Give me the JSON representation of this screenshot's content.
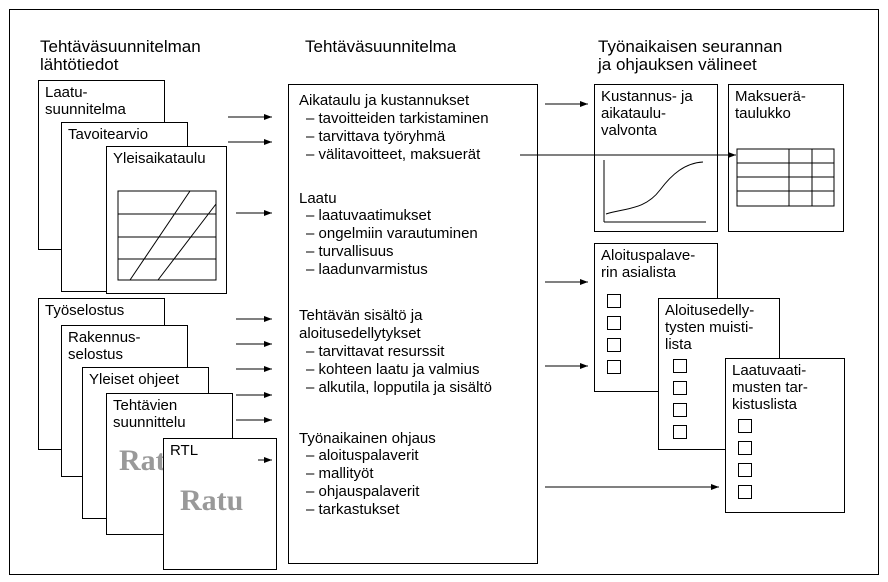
{
  "headings": {
    "col1": "Tehtäväsuunnitelman\nlähtötiedot",
    "col2": "Tehtäväsuunnitelma",
    "col3": "Työnaikaisen seurannan\nja ohjauksen välineet"
  },
  "inputs": {
    "laatu": "Laatu-\nsuunnitelma",
    "tavoitearvio": "Tavoitearvio",
    "yleisaikataulu": "Yleisaikataulu",
    "tyoselostus": "Työselostus",
    "rakennusselostus": "Rakennus-\nselostus",
    "yleiset_ohjeet": "Yleiset ohjeet",
    "tehtavien": "Tehtävien\nsuunnittelu",
    "rtl": "RTL",
    "ratu": "Ratu"
  },
  "plan": {
    "s1_title": "Aikataulu ja kustannukset",
    "s1_items": "– tavoitteiden tarkistaminen\n– tarvittava työryhmä\n– välitavoitteet, maksuerät",
    "s2_title": "Laatu",
    "s2_items": "– laatuvaatimukset\n– ongelmiin varautuminen\n– turvallisuus\n– laadunvarmistus",
    "s3_title": "Tehtävän sisältö ja\naloitusedellytykset",
    "s3_items": "– tarvittavat resurssit\n– kohteen laatu ja valmius\n– alkutila, lopputila ja sisältö",
    "s4_title": "Työnaikainen ohjaus",
    "s4_items": "– aloituspalaverit\n– mallityöt\n– ohjauspalaverit\n– tarkastukset"
  },
  "tools": {
    "kustannus": "Kustannus- ja\naikataulu-\nvalvonta",
    "maksuera": "Maksuerä-\ntaulukko",
    "aloitus_asialista": "Aloituspalave-\nrin asialista",
    "aloitusedellytys": "Aloitusedelly-\ntysten muisti-\nlista",
    "laatuvaatimus": "Laatuvaati-\nmusten tar-\nkistuslista"
  }
}
